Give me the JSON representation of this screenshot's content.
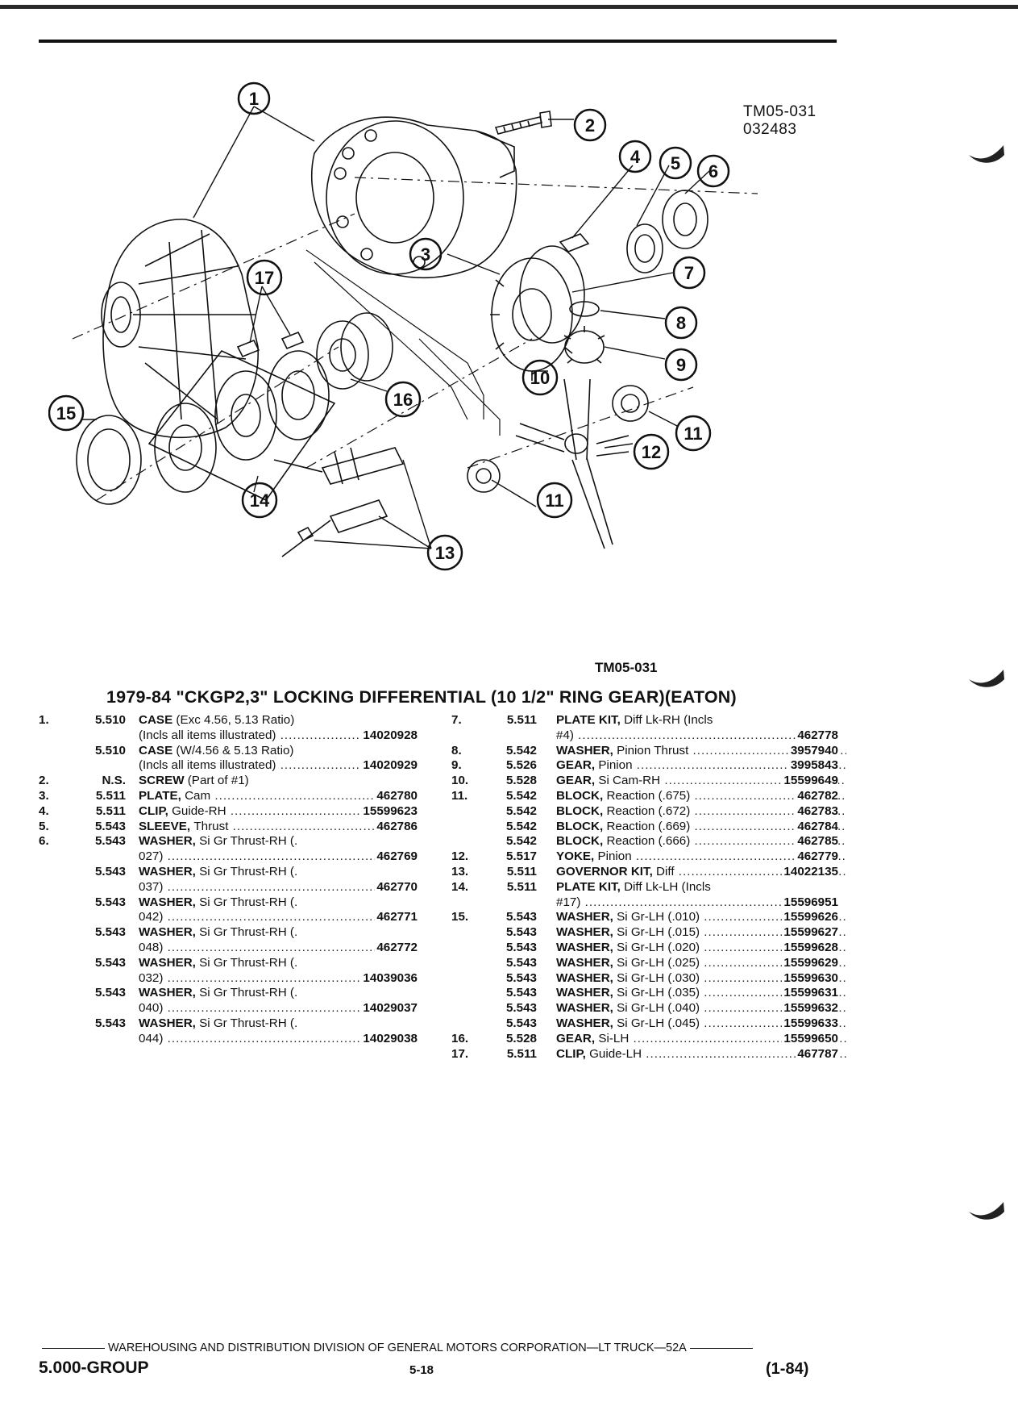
{
  "figure": {
    "ref_code": "TM05-031",
    "ref_number": "032483",
    "caption": "TM05-031",
    "callouts": [
      "1",
      "2",
      "3",
      "4",
      "5",
      "6",
      "7",
      "8",
      "9",
      "10",
      "11",
      "11",
      "12",
      "13",
      "14",
      "15",
      "16",
      "17"
    ]
  },
  "title": "1979-84 \"CKGP2,3\" LOCKING DIFFERENTIAL (10 1/2\" RING GEAR)(EATON)",
  "parts_left": [
    {
      "num": "1.",
      "group": "5.510",
      "name": "CASE",
      "spec": "(Exc 4.56, 5.13 Ratio)",
      "part": ""
    },
    {
      "num": "",
      "group": "",
      "name": "",
      "spec": "(Incls all items illustrated)",
      "part": "14020928"
    },
    {
      "num": "",
      "group": "5.510",
      "name": "CASE",
      "spec": "(W/4.56 & 5.13 Ratio)",
      "part": ""
    },
    {
      "num": "",
      "group": "",
      "name": "",
      "spec": "(Incls all items illustrated)",
      "part": "14020929"
    },
    {
      "num": "2.",
      "group": "N.S.",
      "name": "SCREW",
      "spec": "(Part of #1)",
      "part": ""
    },
    {
      "num": "3.",
      "group": "5.511",
      "name": "PLATE,",
      "spec": "Cam",
      "part": "462780"
    },
    {
      "num": "4.",
      "group": "5.511",
      "name": "CLIP,",
      "spec": "Guide-RH",
      "part": "15599623"
    },
    {
      "num": "5.",
      "group": "5.543",
      "name": "SLEEVE,",
      "spec": "Thrust",
      "part": "462786"
    },
    {
      "num": "6.",
      "group": "5.543",
      "name": "WASHER,",
      "spec": "Si Gr Thrust-RH (.",
      "part": ""
    },
    {
      "num": "",
      "group": "",
      "name": "",
      "spec": "027)",
      "part": "462769"
    },
    {
      "num": "",
      "group": "5.543",
      "name": "WASHER,",
      "spec": "Si Gr Thrust-RH (.",
      "part": ""
    },
    {
      "num": "",
      "group": "",
      "name": "",
      "spec": "037)",
      "part": "462770"
    },
    {
      "num": "",
      "group": "5.543",
      "name": "WASHER,",
      "spec": "Si Gr Thrust-RH (.",
      "part": ""
    },
    {
      "num": "",
      "group": "",
      "name": "",
      "spec": "042)",
      "part": "462771"
    },
    {
      "num": "",
      "group": "5.543",
      "name": "WASHER,",
      "spec": "Si Gr Thrust-RH (.",
      "part": ""
    },
    {
      "num": "",
      "group": "",
      "name": "",
      "spec": "048)",
      "part": "462772"
    },
    {
      "num": "",
      "group": "5.543",
      "name": "WASHER,",
      "spec": "Si Gr Thrust-RH (.",
      "part": ""
    },
    {
      "num": "",
      "group": "",
      "name": "",
      "spec": "032)",
      "part": "14039036"
    },
    {
      "num": "",
      "group": "5.543",
      "name": "WASHER,",
      "spec": "Si Gr Thrust-RH (.",
      "part": ""
    },
    {
      "num": "",
      "group": "",
      "name": "",
      "spec": "040)",
      "part": "14029037"
    },
    {
      "num": "",
      "group": "5.543",
      "name": "WASHER,",
      "spec": "Si Gr Thrust-RH (.",
      "part": ""
    },
    {
      "num": "",
      "group": "",
      "name": "",
      "spec": "044)",
      "part": "14029038"
    }
  ],
  "parts_right": [
    {
      "num": "7.",
      "group": "5.511",
      "name": "PLATE KIT,",
      "spec": "Diff Lk-RH (Incls",
      "part": ""
    },
    {
      "num": "",
      "group": "",
      "name": "",
      "spec": "#4)",
      "part": "462778"
    },
    {
      "num": "8.",
      "group": "5.542",
      "name": "WASHER,",
      "spec": "Pinion Thrust",
      "part": "3957940"
    },
    {
      "num": "9.",
      "group": "5.526",
      "name": "GEAR,",
      "spec": "Pinion",
      "part": "3995843"
    },
    {
      "num": "10.",
      "group": "5.528",
      "name": "GEAR,",
      "spec": "Si Cam-RH",
      "part": "15599649"
    },
    {
      "num": "11.",
      "group": "5.542",
      "name": "BLOCK,",
      "spec": "Reaction (.675)",
      "part": "462782"
    },
    {
      "num": "",
      "group": "5.542",
      "name": "BLOCK,",
      "spec": "Reaction (.672)",
      "part": "462783"
    },
    {
      "num": "",
      "group": "5.542",
      "name": "BLOCK,",
      "spec": "Reaction (.669)",
      "part": "462784"
    },
    {
      "num": "",
      "group": "5.542",
      "name": "BLOCK,",
      "spec": "Reaction (.666)",
      "part": "462785"
    },
    {
      "num": "12.",
      "group": "5.517",
      "name": "YOKE,",
      "spec": "Pinion",
      "part": "462779"
    },
    {
      "num": "13.",
      "group": "5.511",
      "name": "GOVERNOR KIT,",
      "spec": "Diff",
      "part": "14022135"
    },
    {
      "num": "14.",
      "group": "5.511",
      "name": "PLATE KIT,",
      "spec": "Diff Lk-LH (Incls",
      "part": ""
    },
    {
      "num": "",
      "group": "",
      "name": "",
      "spec": "#17)",
      "part": "15596951"
    },
    {
      "num": "15.",
      "group": "5.543",
      "name": "WASHER,",
      "spec": "Si Gr-LH (.010)",
      "part": "15599626"
    },
    {
      "num": "",
      "group": "5.543",
      "name": "WASHER,",
      "spec": "Si Gr-LH (.015)",
      "part": "15599627"
    },
    {
      "num": "",
      "group": "5.543",
      "name": "WASHER,",
      "spec": "Si Gr-LH (.020)",
      "part": "15599628"
    },
    {
      "num": "",
      "group": "5.543",
      "name": "WASHER,",
      "spec": "Si Gr-LH (.025)",
      "part": "15599629"
    },
    {
      "num": "",
      "group": "5.543",
      "name": "WASHER,",
      "spec": "Si Gr-LH (.030)",
      "part": "15599630"
    },
    {
      "num": "",
      "group": "5.543",
      "name": "WASHER,",
      "spec": "Si Gr-LH (.035)",
      "part": "15599631"
    },
    {
      "num": "",
      "group": "5.543",
      "name": "WASHER,",
      "spec": "Si Gr-LH (.040)",
      "part": "15599632"
    },
    {
      "num": "",
      "group": "5.543",
      "name": "WASHER,",
      "spec": "Si Gr-LH (.045)",
      "part": "15599633"
    },
    {
      "num": "16.",
      "group": "5.528",
      "name": "GEAR,",
      "spec": "Si-LH",
      "part": "15599650"
    },
    {
      "num": "17.",
      "group": "5.511",
      "name": "CLIP,",
      "spec": "Guide-LH",
      "part": "467787"
    }
  ],
  "footer": {
    "division": "WAREHOUSING AND DISTRIBUTION  DIVISION OF GENERAL MOTORS CORPORATION—LT TRUCK—52A",
    "group": "5.000-GROUP",
    "page": "5-18",
    "date": "(1-84)"
  }
}
